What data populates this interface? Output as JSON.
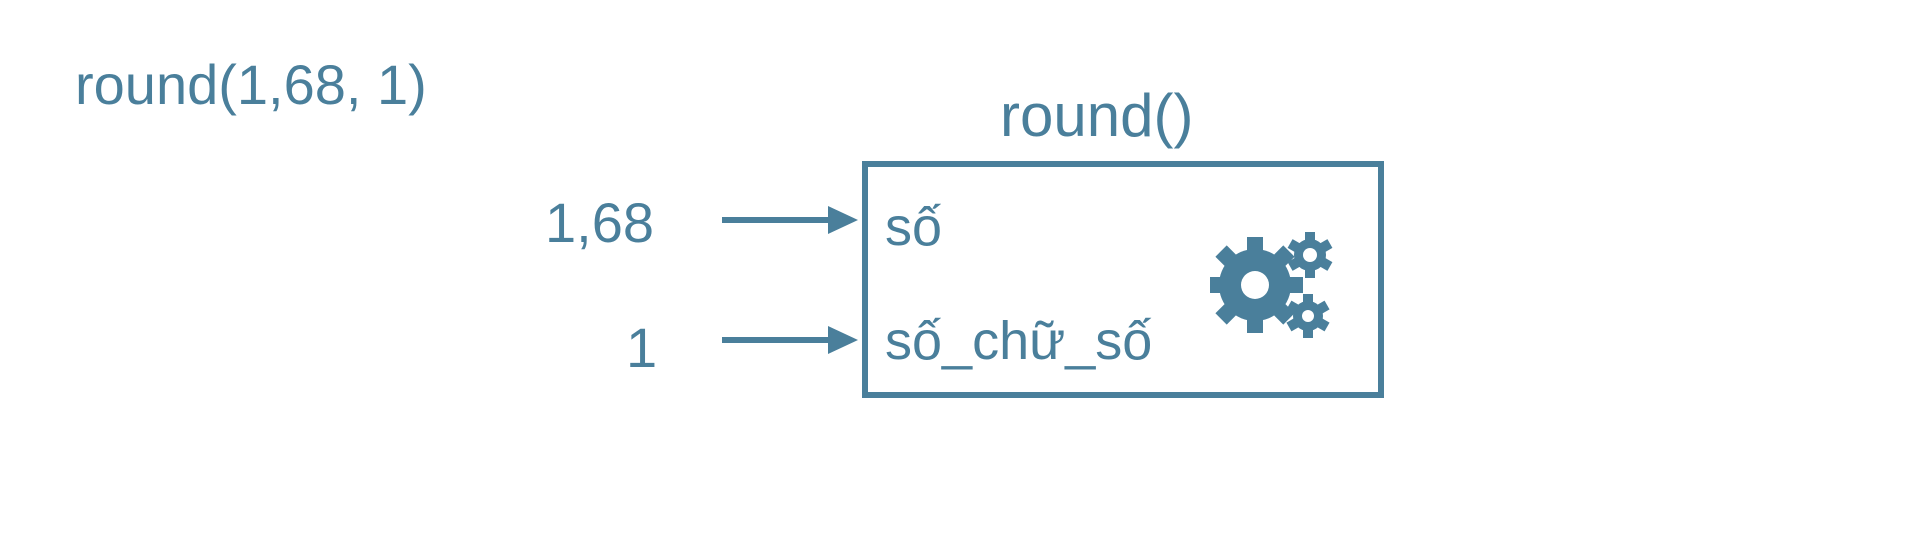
{
  "expression": "round(1,68, 1)",
  "function": {
    "title": "round()",
    "params": [
      {
        "name": "số"
      },
      {
        "name": "số_chữ_số"
      }
    ]
  },
  "inputs": [
    {
      "value": "1,68"
    },
    {
      "value": "1"
    }
  ],
  "icons": {
    "gears": "gears-icon",
    "arrow": "arrow-right-icon"
  },
  "colors": {
    "primary": "#4a7f9b"
  }
}
